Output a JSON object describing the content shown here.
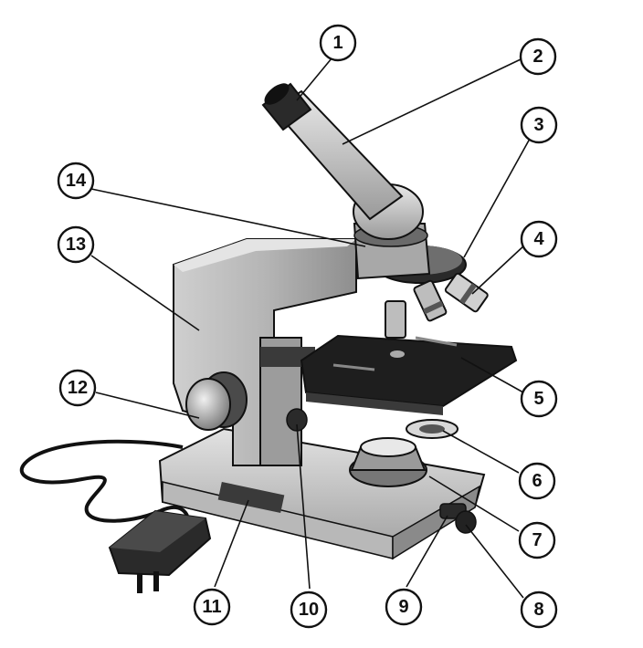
{
  "labels": [
    {
      "number": "1"
    },
    {
      "number": "2"
    },
    {
      "number": "3"
    },
    {
      "number": "4"
    },
    {
      "number": "5"
    },
    {
      "number": "6"
    },
    {
      "number": "7"
    },
    {
      "number": "8"
    },
    {
      "number": "9"
    },
    {
      "number": "10"
    },
    {
      "number": "11"
    },
    {
      "number": "12"
    },
    {
      "number": "13"
    },
    {
      "number": "14"
    }
  ],
  "colors": {
    "ink": "#111111",
    "body_light": "#d9d9d9",
    "body_mid": "#a8a8a8",
    "body_dark": "#5a5a5a",
    "stage": "#1e1e1e"
  }
}
